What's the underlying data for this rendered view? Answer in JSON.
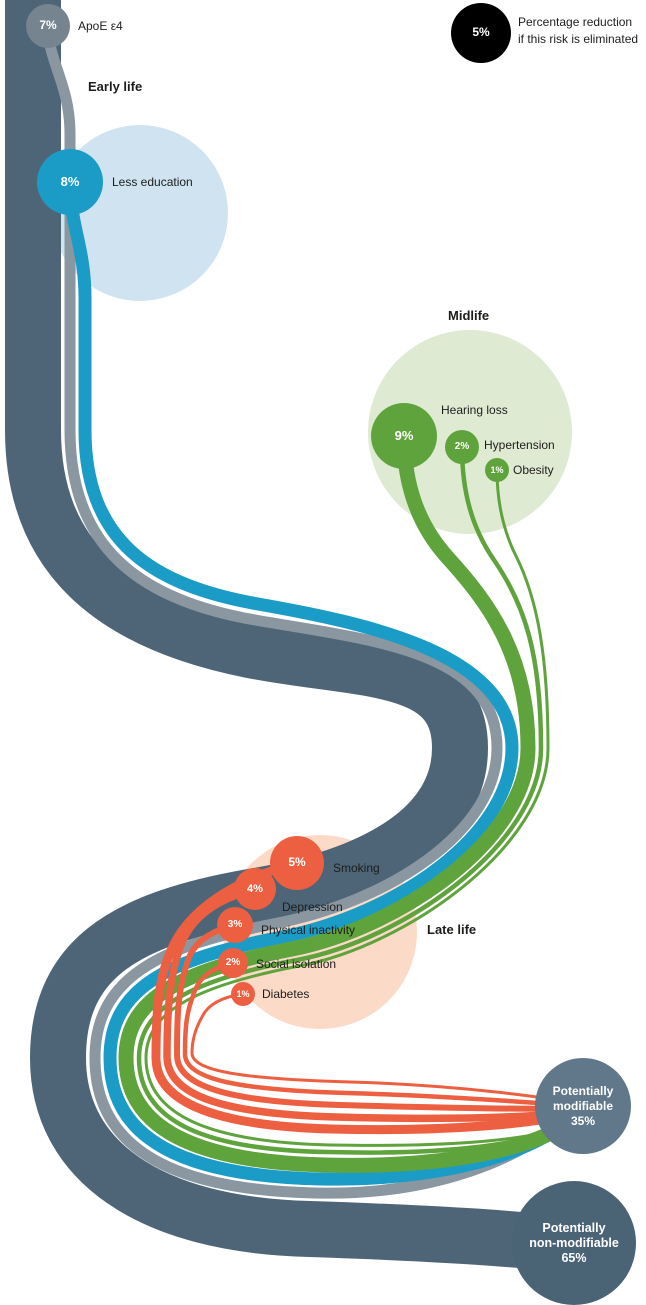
{
  "colors": {
    "nonmodifiable_band": "#4d6577",
    "apoe_gray": "#8a97a1",
    "education_blue": "#1a9cc7",
    "midlife_green": "#5fa33c",
    "latelife_orange": "#ec5f40",
    "early_halo": "#cfe4f0",
    "mid_halo": "#dfead3",
    "late_halo": "#fcdac8",
    "modifiable_circle": "#61788a",
    "nonmodifiable_circle": "#4a6476",
    "legend_circle": "#000000"
  },
  "legend": {
    "value": "5%",
    "line1": "Percentage reduction",
    "line2": "if this risk is eliminated"
  },
  "stages": {
    "early": "Early life",
    "mid": "Midlife",
    "late": "Late life"
  },
  "risks": {
    "apoe": {
      "value": "7%",
      "label": "ApoE ε4"
    },
    "education": {
      "value": "8%",
      "label": "Less education"
    },
    "hearing": {
      "value": "9%",
      "label": "Hearing loss"
    },
    "hypertension": {
      "value": "2%",
      "label": "Hypertension"
    },
    "obesity": {
      "value": "1%",
      "label": "Obesity"
    },
    "smoking": {
      "value": "5%",
      "label": "Smoking"
    },
    "depression": {
      "value": "4%",
      "label": "Depression"
    },
    "inactivity": {
      "value": "3%",
      "label": "Physical inactivity"
    },
    "isolation": {
      "value": "2%",
      "label": "Social isolation"
    },
    "diabetes": {
      "value": "1%",
      "label": "Diabetes"
    }
  },
  "outcomes": {
    "modifiable": {
      "line1": "Potentially",
      "line2": "modifiable",
      "value": "35%"
    },
    "nonmodifiable": {
      "line1": "Potentially",
      "line2": "non-modifiable",
      "value": "65%"
    }
  }
}
